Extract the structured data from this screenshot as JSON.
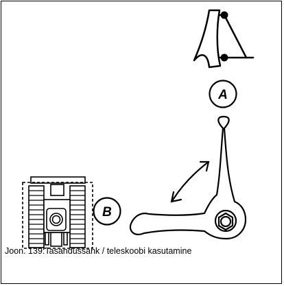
{
  "figure": {
    "label_a": "A",
    "label_b": "B",
    "caption": "Joon. 139:Tasandussahk / teleskoobi kasutamine"
  },
  "icons": {
    "blade": "blade-side-view-icon",
    "machine": "tracked-machine-front-icon",
    "boom": "telescopic-boom-icon",
    "arrow": "double-headed-arrow-icon"
  }
}
